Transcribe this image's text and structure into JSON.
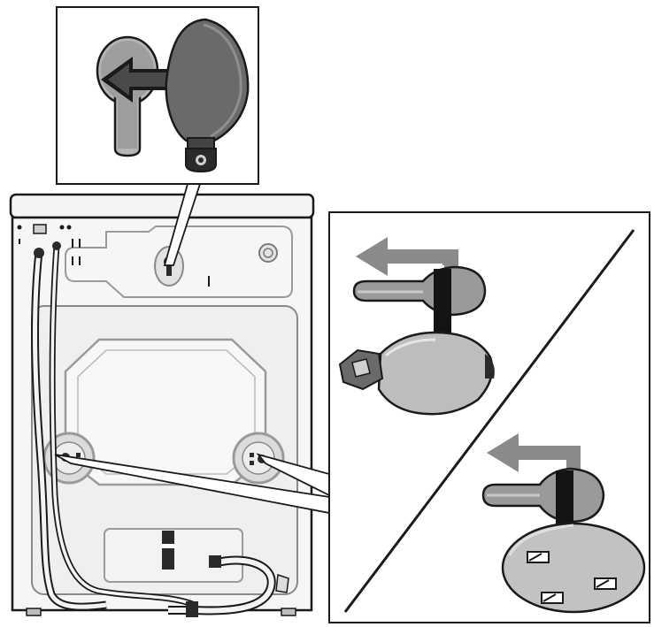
{
  "figure": {
    "kind": "installation-illustration",
    "text_labels": [],
    "colors": {
      "outline": "#1a1a1a",
      "panel_fill": "#f2f2f2",
      "panel_light": "#e9e9e9",
      "cap_dark": "#6a6a6a",
      "cap_mid": "#8e8e8e",
      "cap_light": "#c9c9c9",
      "arrow_grey": "#8a8a8a",
      "strap": "#141414",
      "white": "#ffffff"
    },
    "icons": [
      "transit-bolt-slot-icon",
      "cover-cap-icon",
      "arrow-left-icon",
      "washing-machine-rear-icon",
      "drain-hose-icon",
      "inlet-hose-icon"
    ],
    "panels": [
      "detail-top-cap-removal",
      "detail-side-caps",
      "machine-rear-view"
    ]
  }
}
